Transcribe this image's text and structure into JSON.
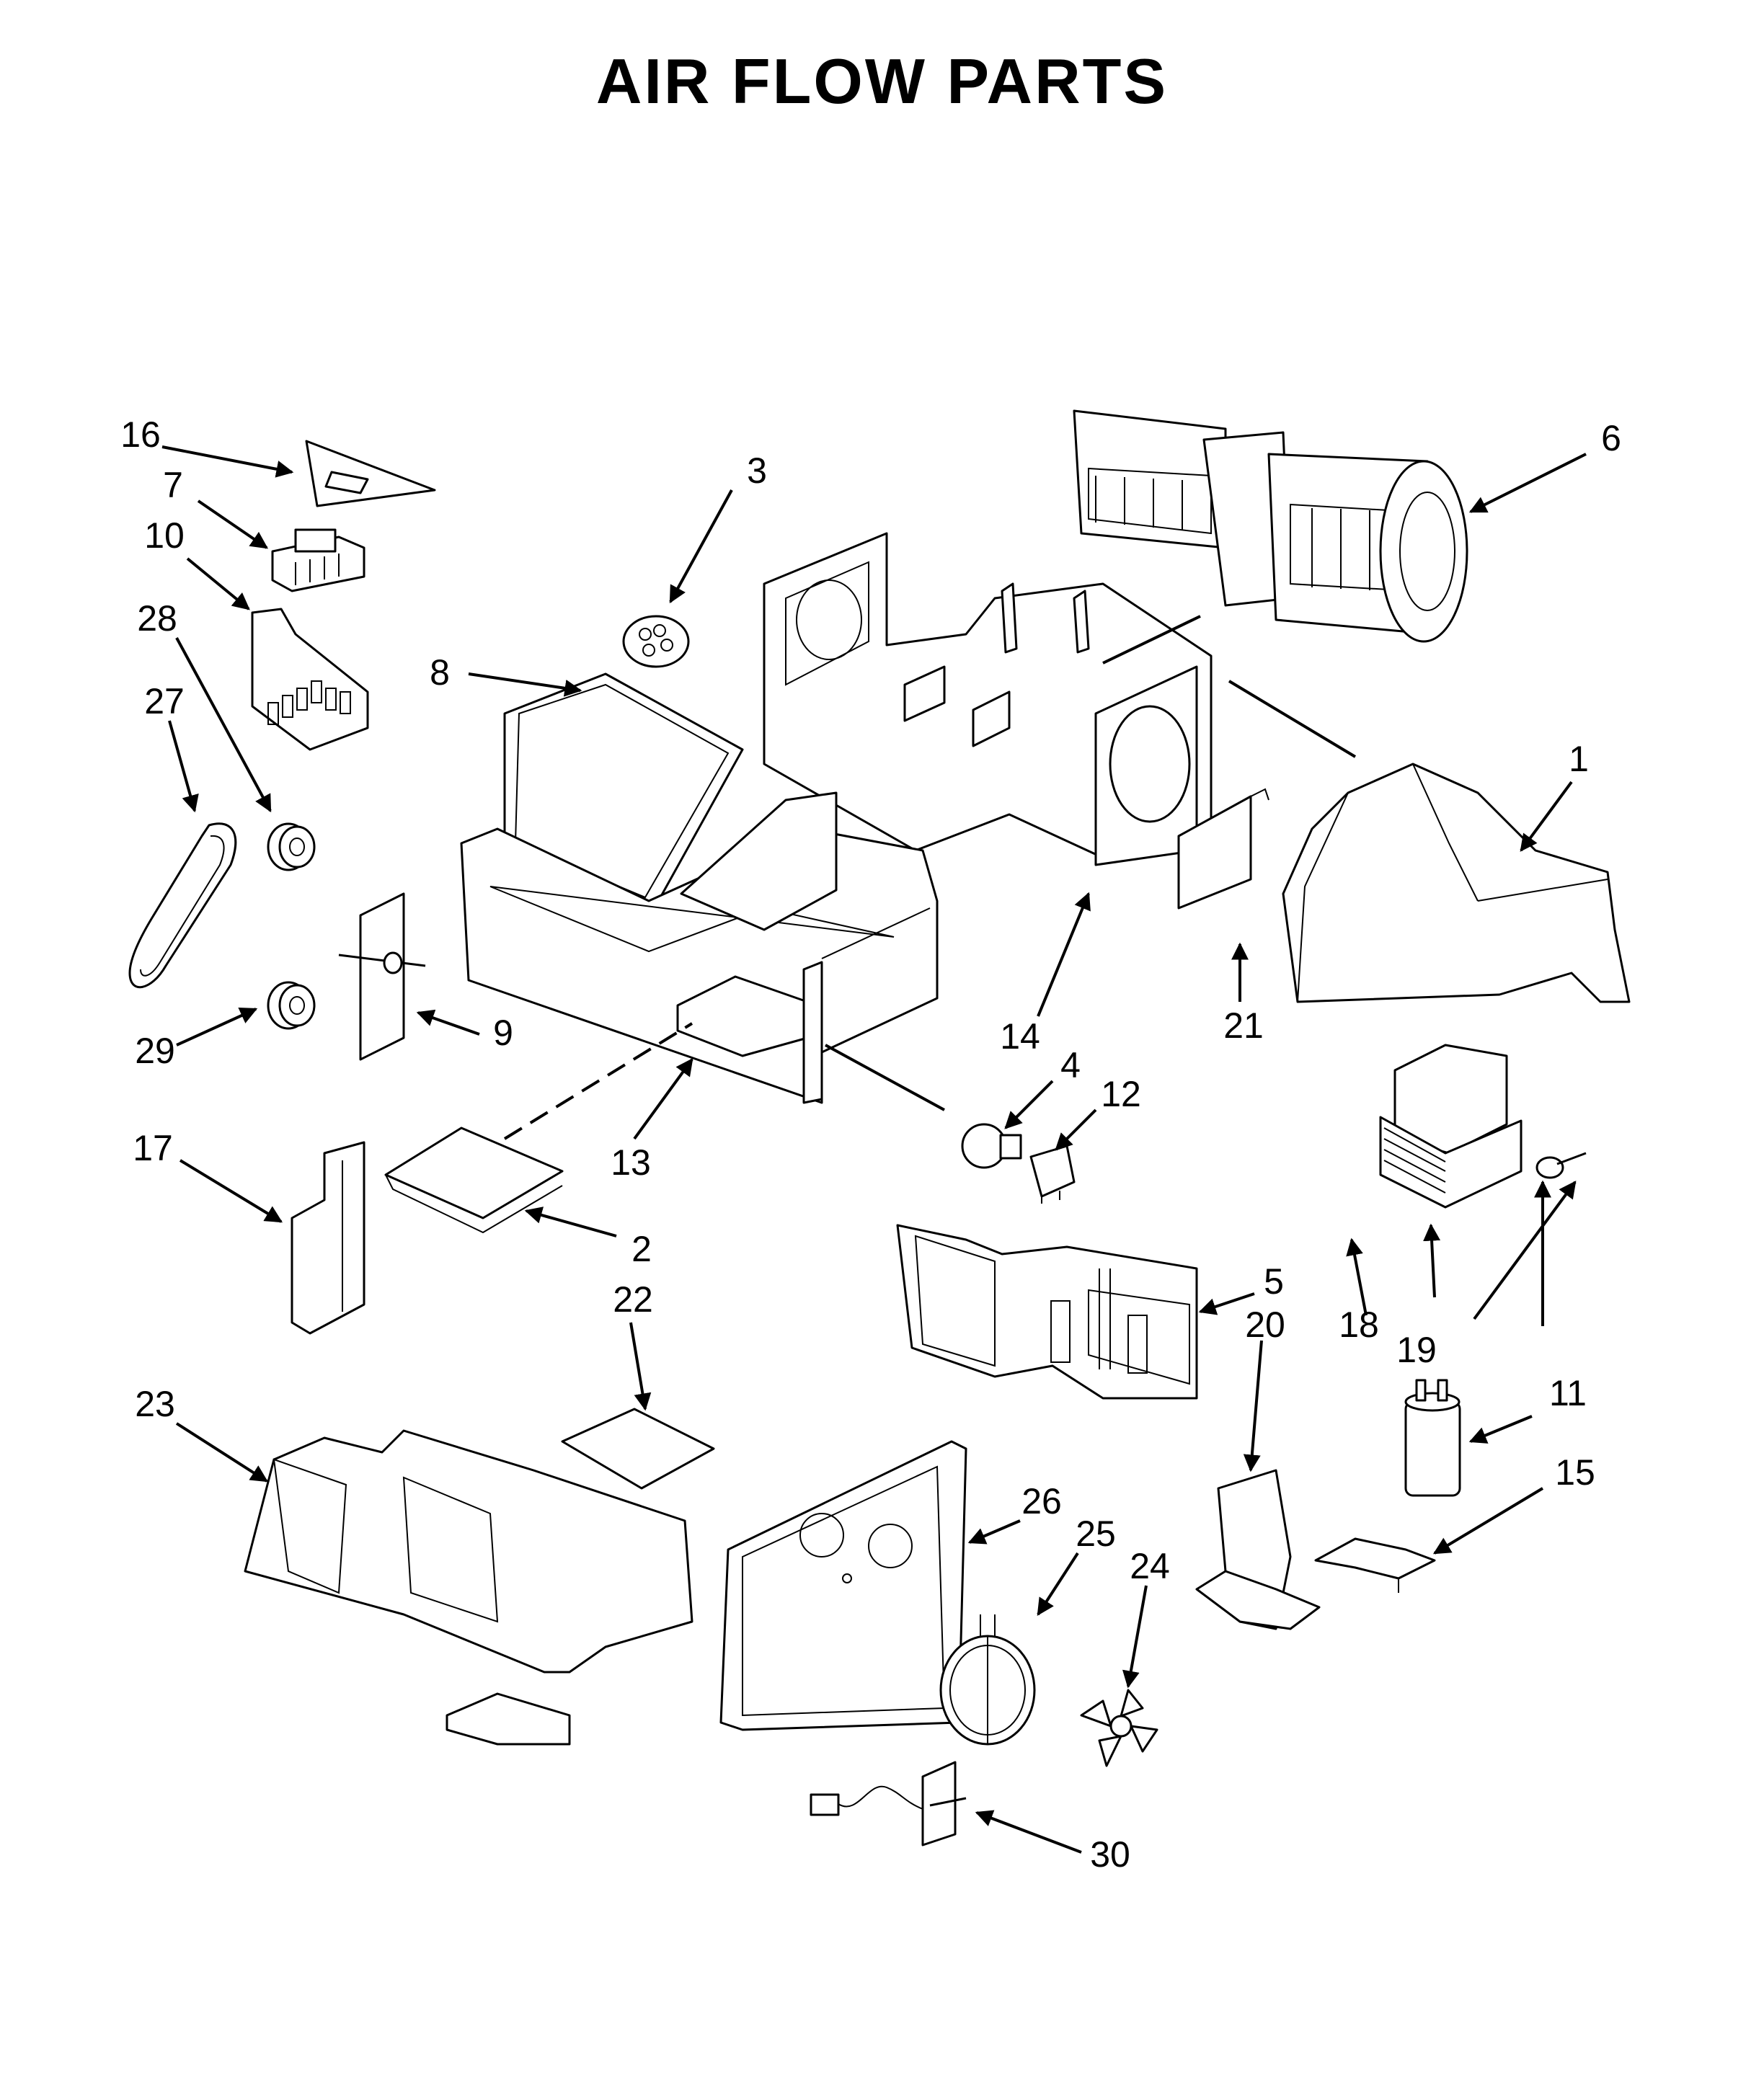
{
  "title": "AIR FLOW PARTS",
  "parts": [
    {
      "number": "1"
    },
    {
      "number": "2"
    },
    {
      "number": "3"
    },
    {
      "number": "4"
    },
    {
      "number": "5"
    },
    {
      "number": "6"
    },
    {
      "number": "7"
    },
    {
      "number": "8"
    },
    {
      "number": "9"
    },
    {
      "number": "10"
    },
    {
      "number": "11"
    },
    {
      "number": "12"
    },
    {
      "number": "13"
    },
    {
      "number": "14"
    },
    {
      "number": "15"
    },
    {
      "number": "16"
    },
    {
      "number": "17"
    },
    {
      "number": "18"
    },
    {
      "number": "19"
    },
    {
      "number": "20"
    },
    {
      "number": "21"
    },
    {
      "number": "22"
    },
    {
      "number": "23"
    },
    {
      "number": "24"
    },
    {
      "number": "25"
    },
    {
      "number": "26"
    },
    {
      "number": "27"
    },
    {
      "number": "28"
    },
    {
      "number": "29"
    },
    {
      "number": "30"
    }
  ]
}
